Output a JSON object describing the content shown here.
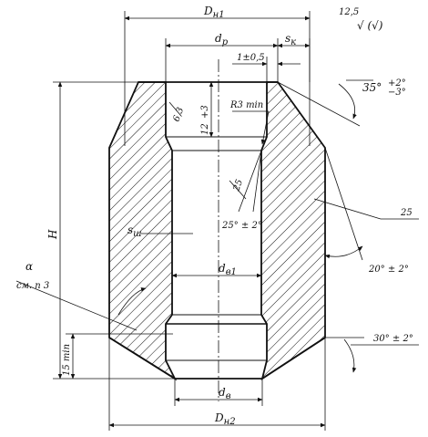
{
  "labels": {
    "d_h1": "D",
    "d_h1_sub": "н1",
    "d_p": "d",
    "d_p_sub": "p",
    "s_k": "s",
    "s_k_sub": "к",
    "tol_1": "1±0,5",
    "roughness_value": "12,5",
    "roughness_symbol": "√ (√)",
    "angle_35": "35°",
    "angle_35_tol_up": "+2°",
    "angle_35_tol_dn": "−3°",
    "h_63": "6,3",
    "dim_12": "12",
    "dim_12_tol": "+3",
    "r3min": "R3 min",
    "rough_25_a": "25",
    "angle_25": "25° ± 2°",
    "rough_25_b": "25",
    "s_w": "s",
    "s_w_sub": "ш",
    "height_h": "H",
    "d_b1": "d",
    "d_b1_sub": "в1",
    "angle_20": "20° ± 2°",
    "alpha": "α",
    "alpha_note": "см. п 3",
    "dim_15min": "15 min",
    "angle_30": "30° ± 2°",
    "d_b": "d",
    "d_b_sub": "в",
    "d_h2": "D",
    "d_h2_sub": "н2"
  }
}
